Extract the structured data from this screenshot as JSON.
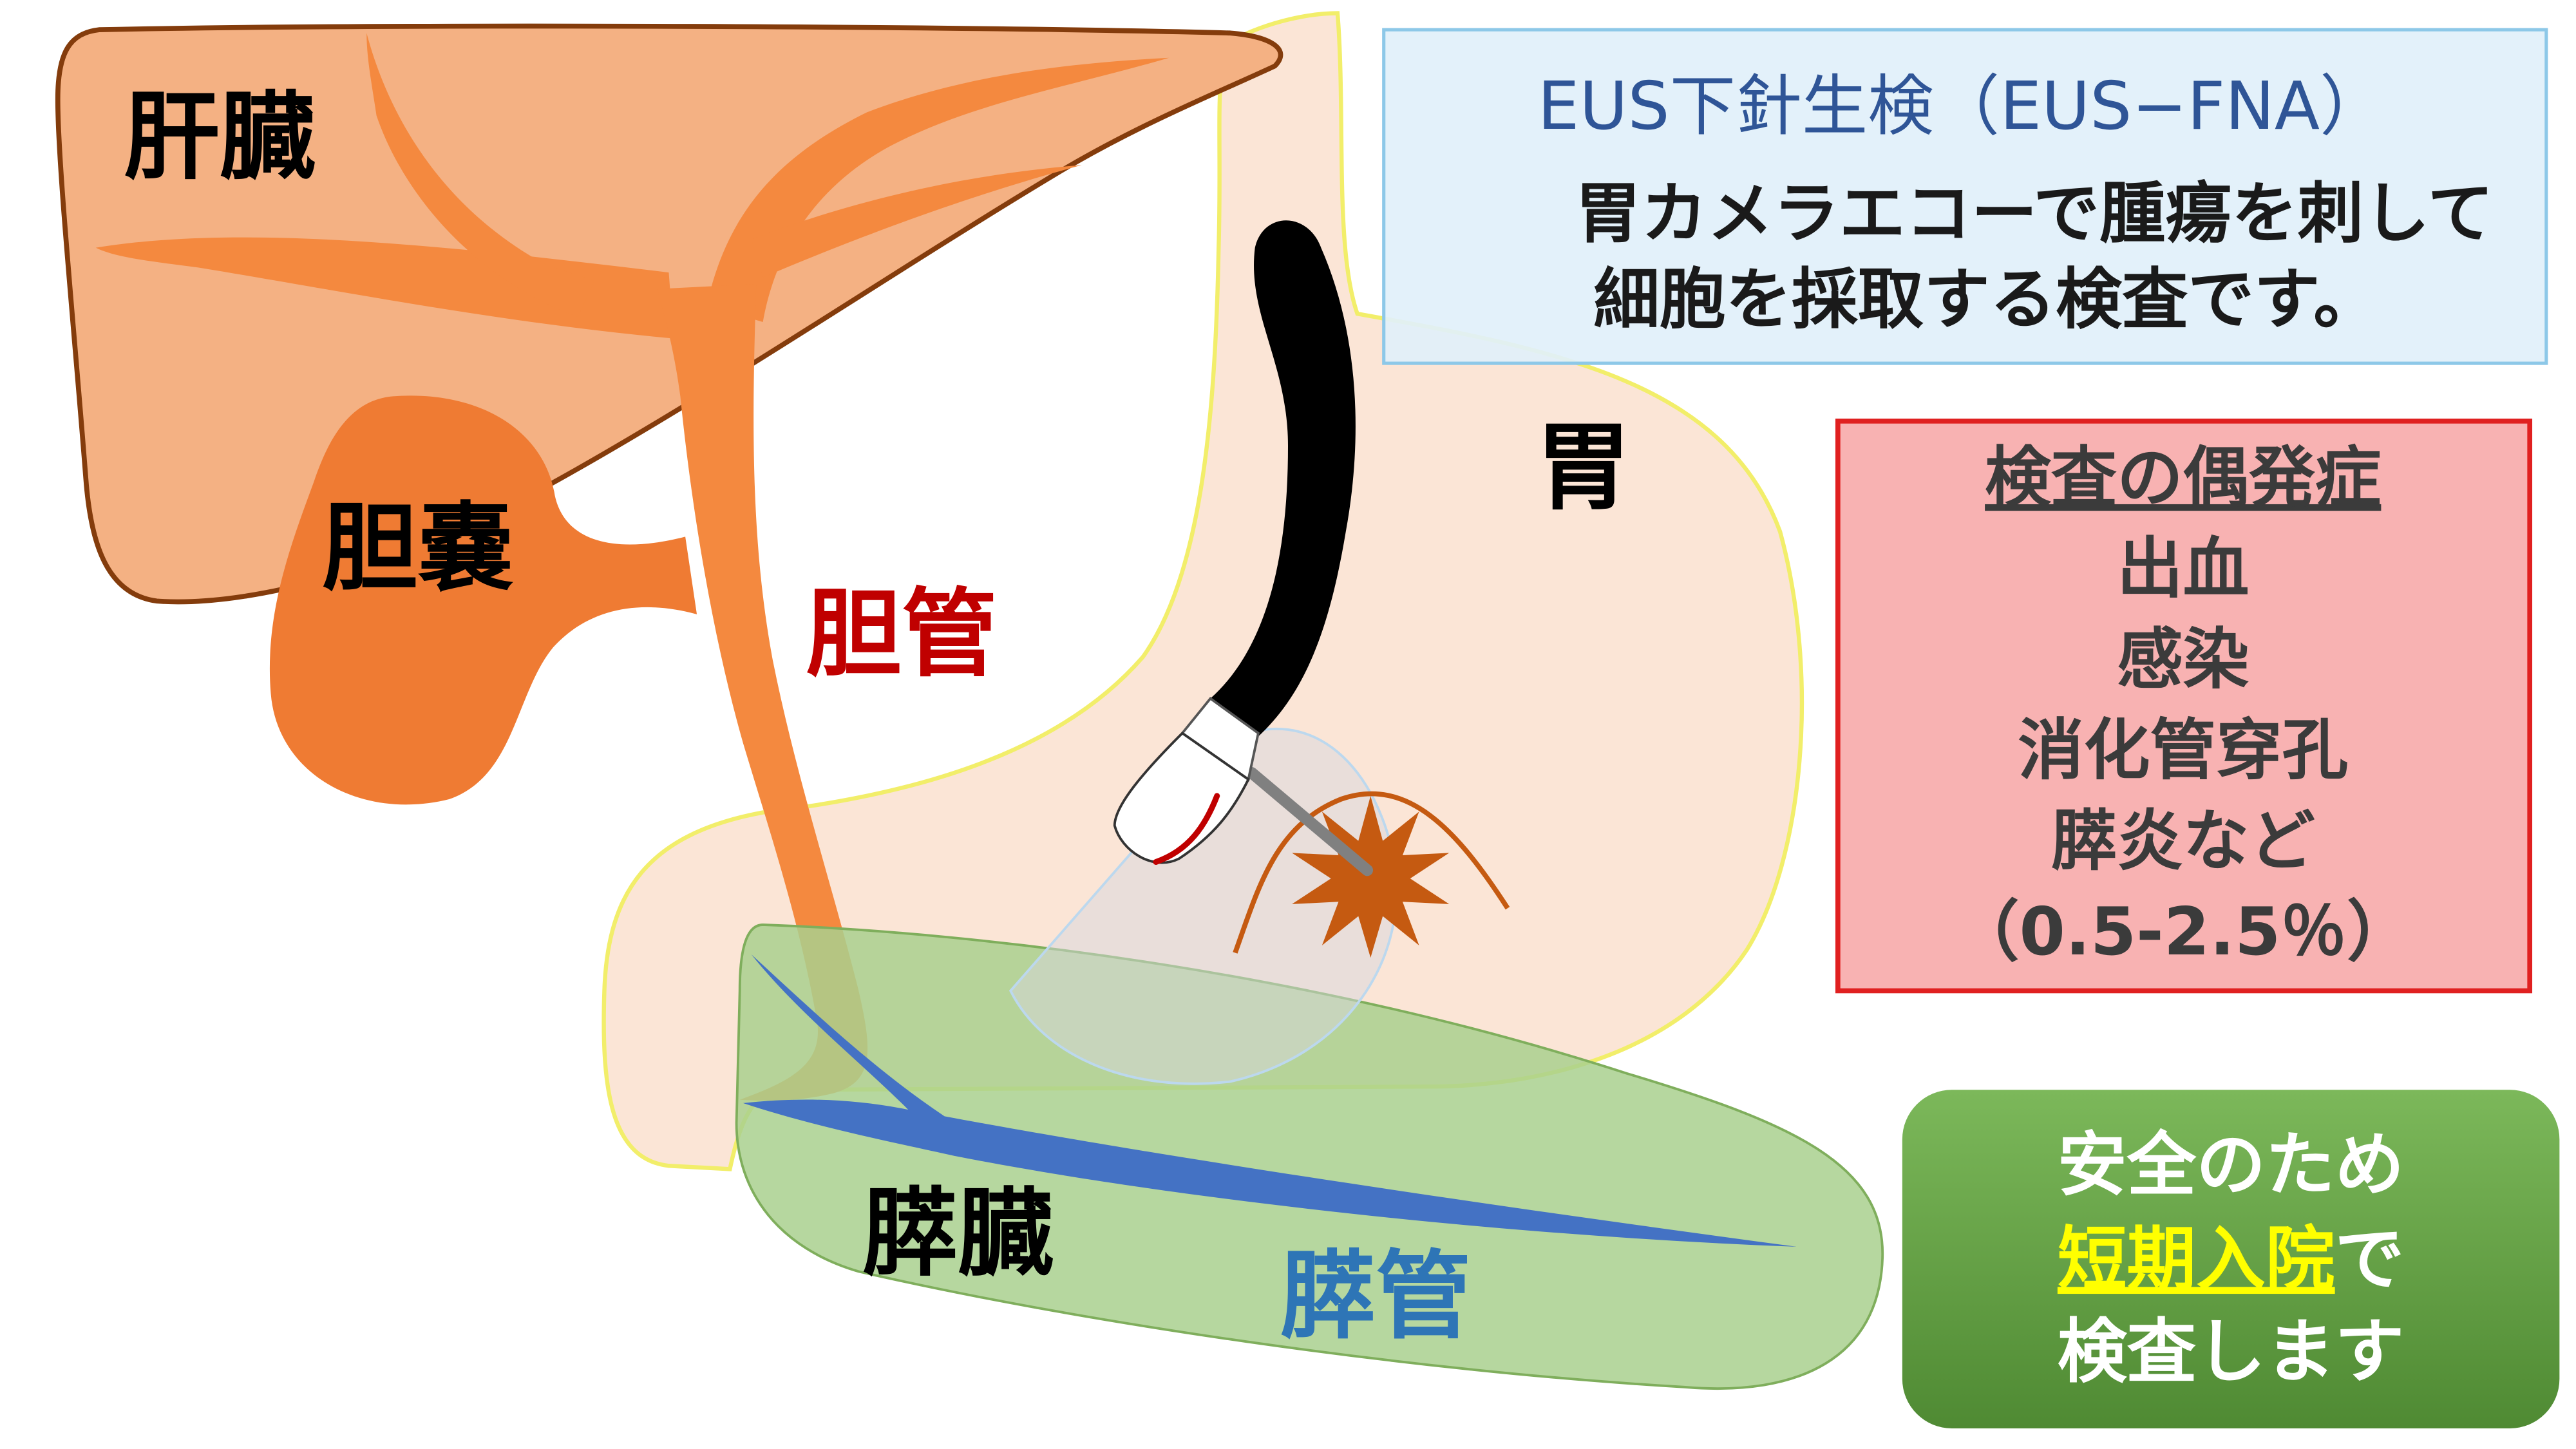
{
  "labels": {
    "liver": "肝臓",
    "gallbladder": "胆嚢",
    "bile_duct": "胆管",
    "stomach": "胃",
    "pancreas": "膵臓",
    "pancreatic_duct": "膵管"
  },
  "info_box": {
    "title": "EUS下針生検（EUS−FNA）",
    "line1": "胃カメラエコーで腫瘍を刺して",
    "line2": "細胞を採取する検査です。"
  },
  "complications": {
    "heading": "検査の偶発症",
    "items": [
      "出血",
      "感染",
      "消化管穿孔",
      "膵炎など"
    ],
    "rate": "（0.5-2.5％）"
  },
  "notice": {
    "line1": "安全のため",
    "highlight": "短期入院",
    "line2_suffix": "で",
    "line3": "検査します"
  },
  "colors": {
    "liver": "#f4b183",
    "liver_outline": "#843c0c",
    "bile_duct": "#f4893f",
    "gallbladder": "#ef7b33",
    "stomach": "#fbe5d6",
    "stomach_outline": "#ffff66",
    "pancreas": "#a9d08e",
    "pancreatic_duct": "#4472c4",
    "tumor": "#c55a11",
    "bile_duct_label": "#c00000",
    "pancreatic_duct_label": "#2e75b6",
    "title_blue": "#2f5597",
    "complications_border": "#e02020",
    "highlight": "#ffff00"
  }
}
